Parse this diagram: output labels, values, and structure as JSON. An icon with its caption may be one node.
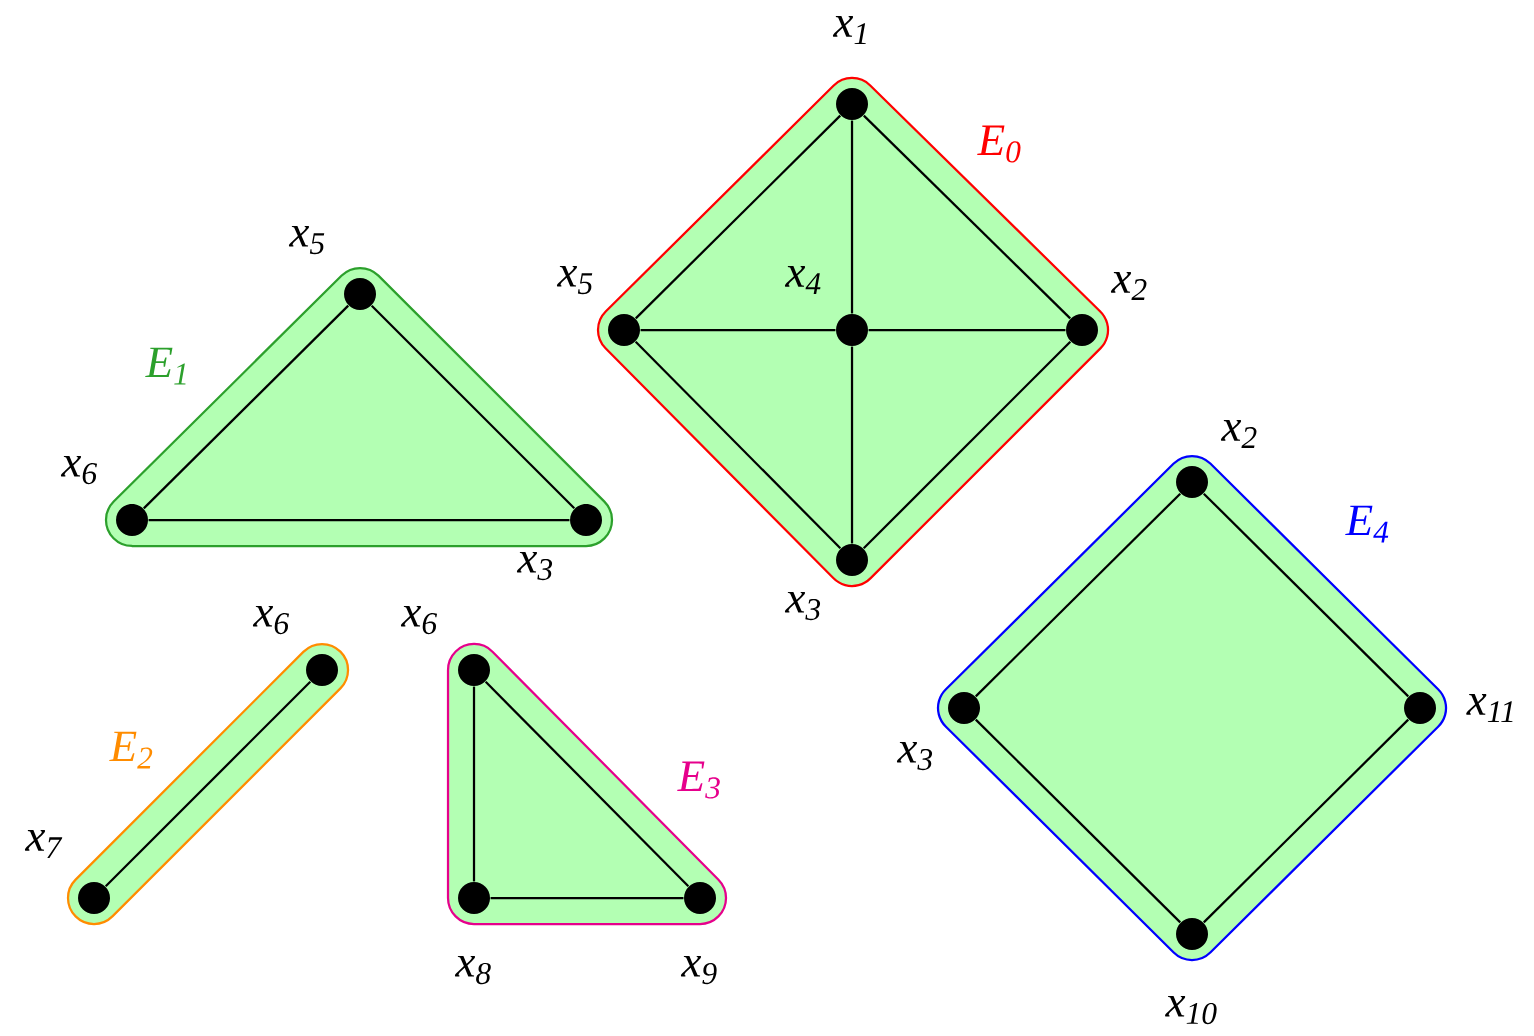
{
  "diagram": {
    "nodes": [
      {
        "text": [
          "E$_{0}$"
        ]
      },
      {
        "text": [
          "x$_{1}$"
        ],
        "in": 0
      },
      {
        "text": [
          "x$_{5}$"
        ],
        "in": 0
      },
      {
        "text": [
          "x$_{4}$"
        ],
        "in": 0
      },
      {
        "text": [
          "x$_{2}$"
        ],
        "in": 0
      },
      {
        "text": [
          "x$_{3}$"
        ],
        "in": 0
      },
      {
        "text": [
          "E$_{1}$"
        ]
      },
      {
        "text": [
          "x$_{5}$"
        ],
        "in": 6
      },
      {
        "text": [
          "x$_{6}$"
        ],
        "in": 6
      },
      {
        "text": [
          "x$_{3}$"
        ],
        "in": 6
      },
      {
        "text": [
          "E$_{2}$"
        ]
      },
      {
        "text": [
          "x$_{6}$"
        ],
        "in": 10
      },
      {
        "text": [
          "x$_{7}$"
        ],
        "in": 10
      },
      {
        "text": [
          "E$_{3}$"
        ]
      },
      {
        "text": [
          "x$_{6}$"
        ],
        "in": 13
      },
      {
        "text": [
          "x$_{8}$"
        ],
        "in": 13
      },
      {
        "text": [
          "x$_{9}$"
        ],
        "in": 13
      },
      {
        "text": [
          "E$_{4}$"
        ]
      },
      {
        "text": [
          "x$_{2}$"
        ],
        "in": 17
      },
      {
        "text": [
          "x$_{3}$"
        ],
        "in": 17
      },
      {
        "text": [
          "x$_{11}$"
        ],
        "in": 17
      },
      {
        "text": [
          "x$_{10}$"
        ],
        "in": 17
      }
    ],
    "edges": [
      {
        "from": 1,
        "to": 2,
        "arrow": "none"
      },
      {
        "from": 1,
        "to": 4,
        "arrow": "none"
      },
      {
        "from": 1,
        "to": 3,
        "arrow": "none"
      },
      {
        "from": 3,
        "to": 5,
        "arrow": "none"
      },
      {
        "from": 2,
        "to": 3,
        "arrow": "none"
      },
      {
        "from": 3,
        "to": 4,
        "arrow": "none"
      },
      {
        "from": 2,
        "to": 5,
        "arrow": "none"
      },
      {
        "from": 4,
        "to": 5,
        "arrow": "none"
      },
      {
        "from": 7,
        "to": 8,
        "arrow": "none"
      },
      {
        "from": 7,
        "to": 9,
        "arrow": "none"
      },
      {
        "from": 8,
        "to": 9,
        "arrow": "none"
      },
      {
        "from": 11,
        "to": 12,
        "arrow": "none"
      },
      {
        "from": 14,
        "to": 15,
        "arrow": "none"
      },
      {
        "from": 14,
        "to": 16,
        "arrow": "none"
      },
      {
        "from": 15,
        "to": 16,
        "arrow": "none"
      },
      {
        "from": 18,
        "to": 19,
        "arrow": "none"
      },
      {
        "from": 18,
        "to": 20,
        "arrow": "none"
      },
      {
        "from": 19,
        "to": 21,
        "arrow": "none"
      },
      {
        "from": 20,
        "to": 21,
        "arrow": "none"
      }
    ]
  }
}
